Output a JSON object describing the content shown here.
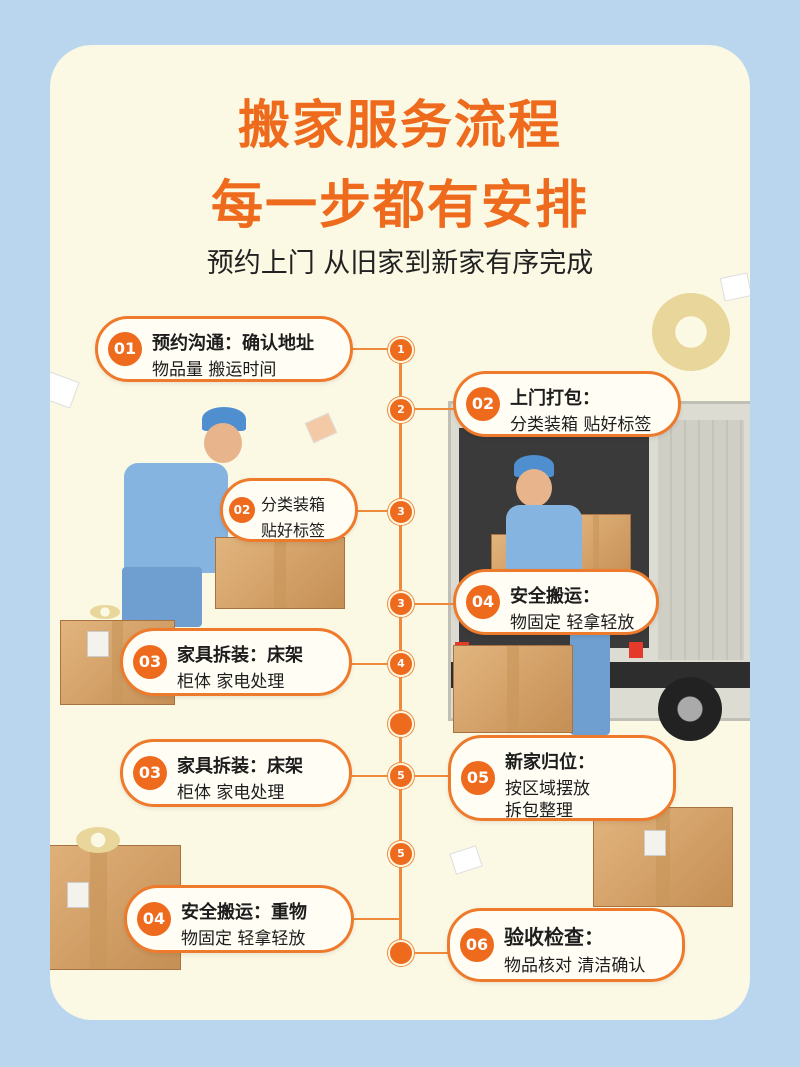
{
  "header": {
    "title_line1": "搬家服务流程",
    "title_line2": "每一步都有安排",
    "subtitle": "预约上门 从旧家到新家有序完成"
  },
  "timeline_nodes": [
    "1",
    "2",
    "3",
    "3",
    "4",
    "",
    "5",
    "5",
    ""
  ],
  "steps": [
    {
      "num": "01",
      "line1": "预约沟通：确认地址",
      "line2": "物品量 搬运时间"
    },
    {
      "num": "02",
      "line1": "上门打包：",
      "line2": "分类装箱 贴好标签"
    },
    {
      "num": "02",
      "line1": "分类装箱",
      "line2": "贴好标签"
    },
    {
      "num": "04",
      "line1": "安全搬运：",
      "line2": "物固定 轻拿轻放"
    },
    {
      "num": "03",
      "line1": "家具拆装：床架",
      "line2": "柜体 家电处理"
    },
    {
      "num": "03",
      "line1": "家具拆装：床架",
      "line2": "柜体 家电处理"
    },
    {
      "num": "05",
      "line1": "新家归位：",
      "line2": "按区域摆放",
      "line3": "拆包整理"
    },
    {
      "num": "04",
      "line1": "安全搬运：重物",
      "line2": "物固定 轻拿轻放"
    },
    {
      "num": "06",
      "line1": "验收检查：",
      "line2": "物品核对 清洁确认"
    }
  ],
  "colors": {
    "accent": "#ee6a1c",
    "background": "#b9d6ee",
    "card": "#fbf8e4"
  },
  "icons": [
    "cardboard-box-icon",
    "moving-truck-icon",
    "worker-icon",
    "tape-roll-icon"
  ]
}
